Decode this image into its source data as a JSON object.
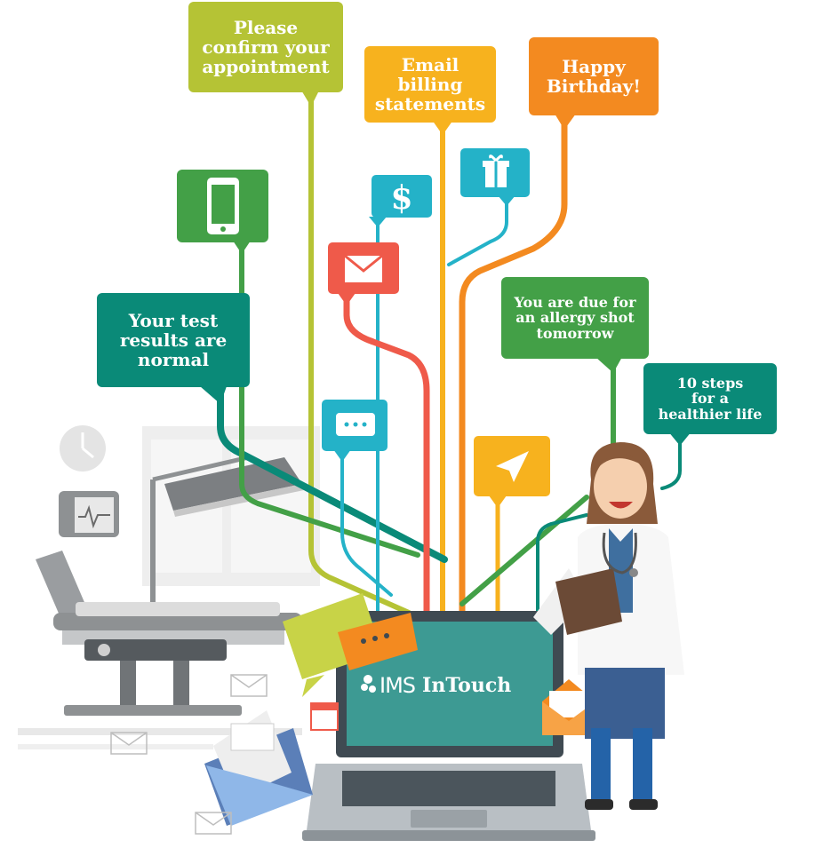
{
  "messages": {
    "appointment": "Please\nconfirm your\nappointment",
    "billing": "Email\nbilling\nstatements",
    "birthday": "Happy\nBirthday!",
    "test_results": "Your test\nresults are\nnormal",
    "allergy": "You are due for\nan allergy shot\ntomorrow",
    "healthier": "10 steps\nfor a\nhealthier life"
  },
  "brand": {
    "product": "IMS",
    "name": "InTouch"
  },
  "icons": [
    "phone-icon",
    "dollar-icon",
    "gift-icon",
    "envelope-icon",
    "chat-icon",
    "paper-plane-icon",
    "clock-icon",
    "heart-monitor-icon",
    "calendar-icon"
  ],
  "colors": {
    "lime": "#b5c335",
    "yellow": "#f7b21e",
    "orange": "#f38a20",
    "green": "#43a047",
    "teal": "#0a8a78",
    "cyan": "#24b2c8",
    "red": "#ef5a4a",
    "screen": "#3d9a93"
  }
}
